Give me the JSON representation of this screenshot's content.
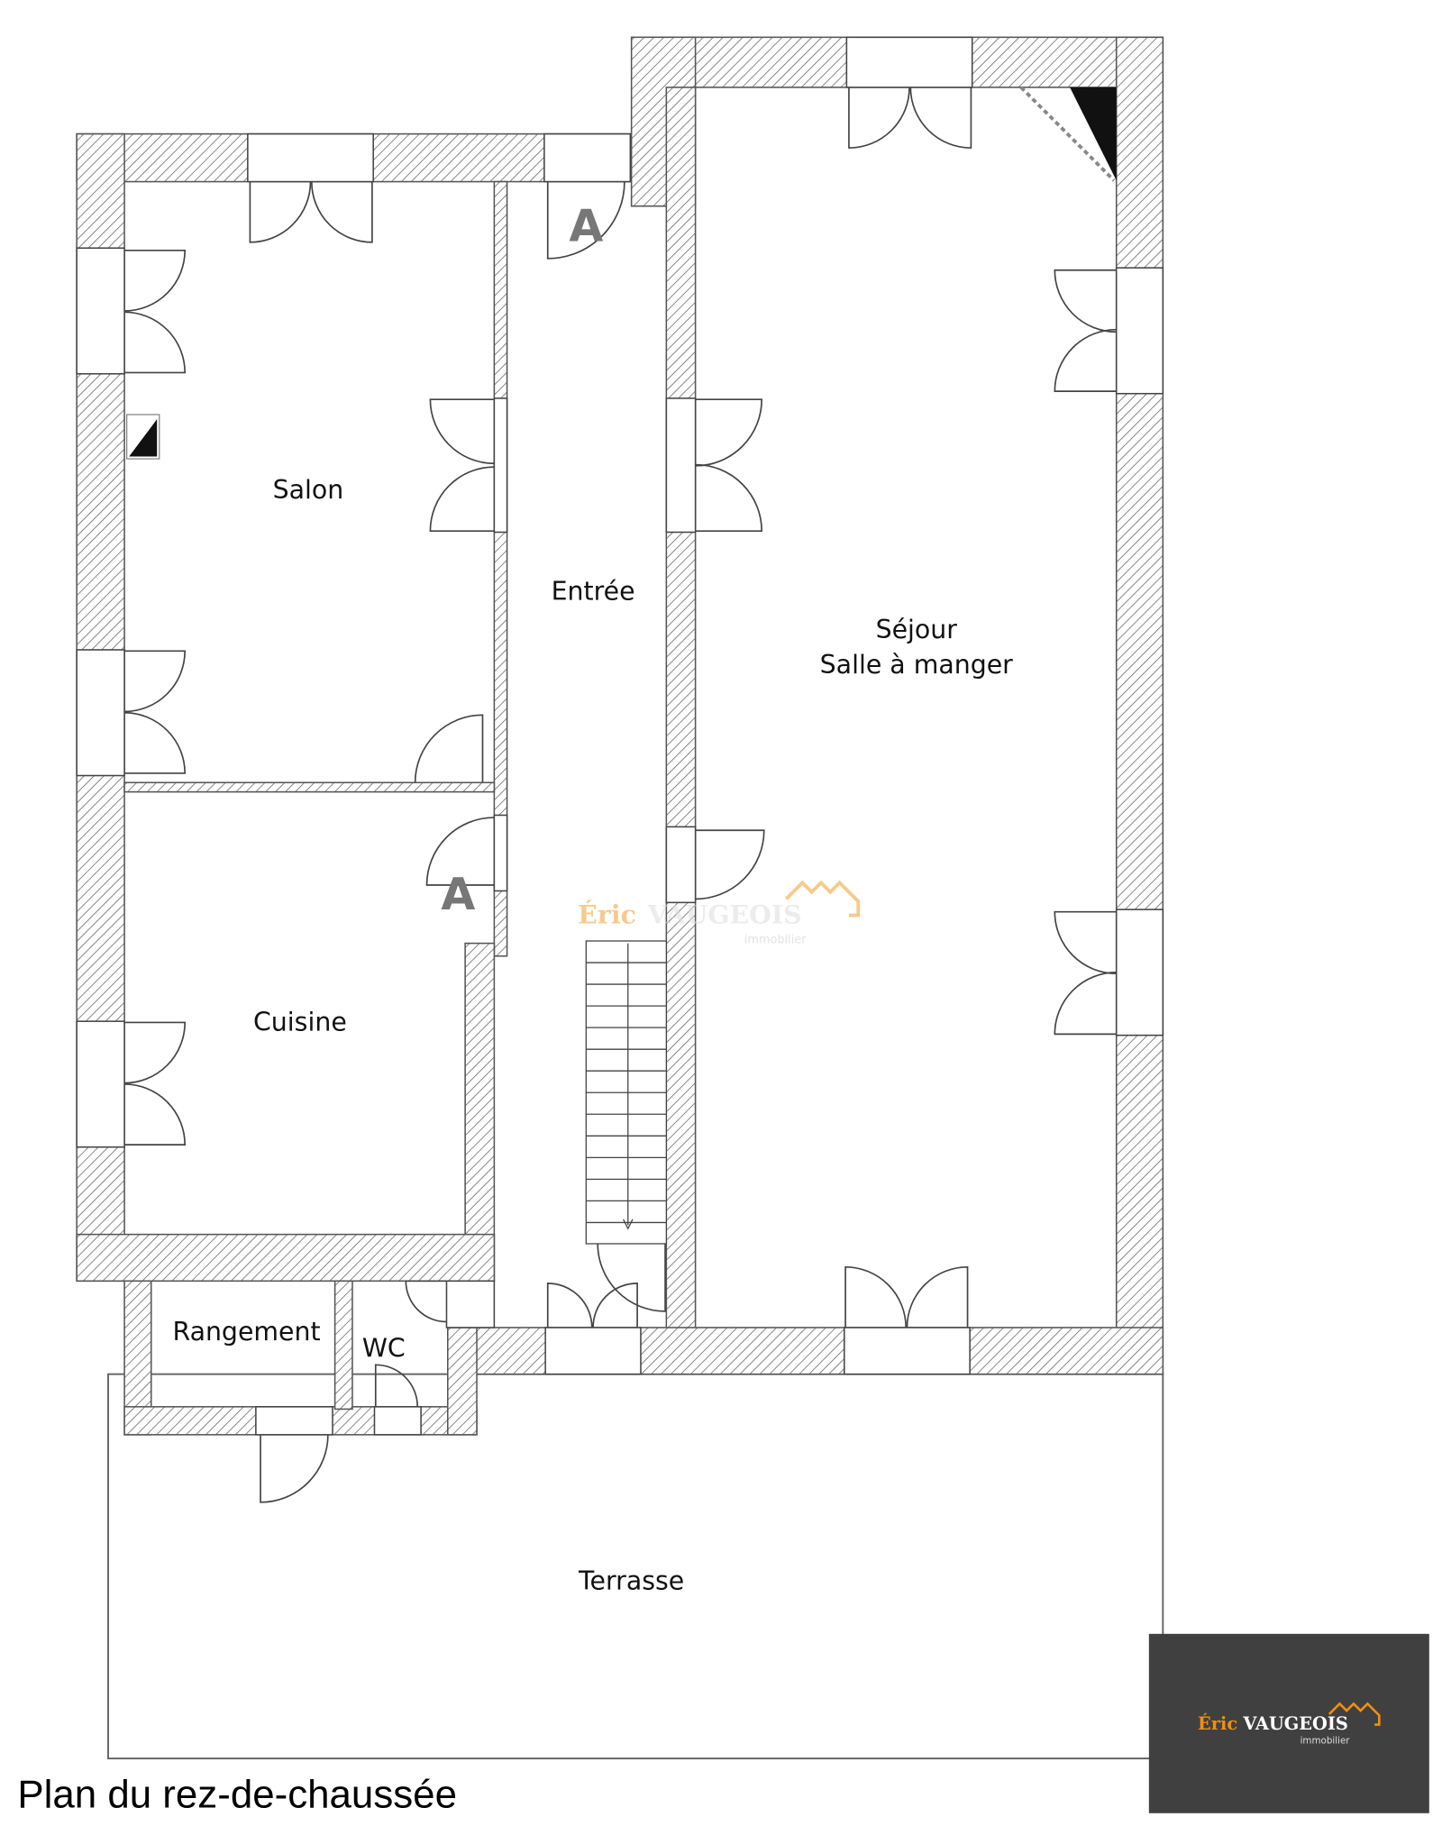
{
  "plan": {
    "title": "Plan du rez-de-chaussée",
    "rooms": {
      "salon": "Salon",
      "entree": "Entrée",
      "sejour_line1": "Séjour",
      "sejour_line2": "Salle à manger",
      "cuisine": "Cuisine",
      "rangement": "Rangement",
      "wc": "WC",
      "terrasse": "Terrasse"
    },
    "section_marks": [
      "A",
      "A"
    ]
  },
  "logo": {
    "first_name": "Éric",
    "last_name": "VAUGEOIS",
    "tagline": "immobilier",
    "background": "#404040",
    "accent": "#f0900f"
  }
}
